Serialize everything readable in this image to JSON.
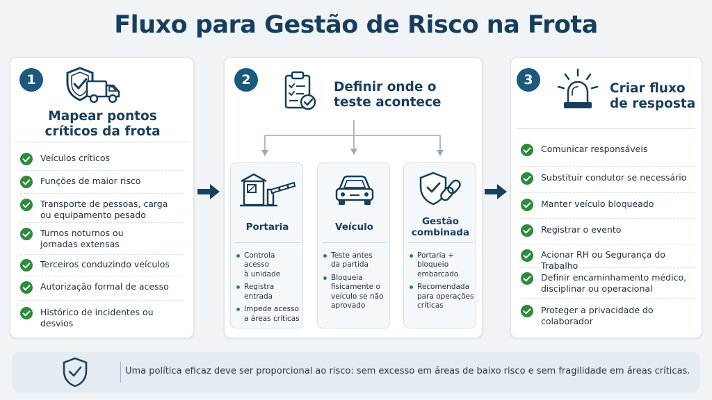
{
  "title": "Fluxo para Gestão de Risco na Frota",
  "colors": {
    "navy": "#173e5c",
    "step_badge": "#1b5a7c",
    "check": "#2e8b3d"
  },
  "step1": {
    "number": "1",
    "heading_line1": "Mapear pontos",
    "heading_line2": "críticos da frota",
    "icons": [
      "shield-check-icon",
      "truck-icon"
    ],
    "items": [
      {
        "line1": "Veículos críticos",
        "line2": ""
      },
      {
        "line1": "Funções de maior risco",
        "line2": ""
      },
      {
        "line1": "Transporte de pessoas, carga",
        "line2": "ou equipamento pesado"
      },
      {
        "line1": "Turnos noturnos ou",
        "line2": "jornadas extensas"
      },
      {
        "line1": "Terceiros conduzindo veículos",
        "line2": ""
      },
      {
        "line1": "Autorização formal de acesso",
        "line2": ""
      },
      {
        "line1": "Histórico de incidentes ou desvios",
        "line2": ""
      }
    ]
  },
  "step2": {
    "number": "2",
    "heading_line1": "Definir onde o",
    "heading_line2": "teste acontece",
    "icon": "clipboard-check-icon",
    "options": [
      {
        "icon": "gate-barrier-icon",
        "title_line1": "Portaria",
        "title_line2": "",
        "bullets": [
          {
            "line1": "Controla acesso",
            "line2": "à unidade",
            "line3": ""
          },
          {
            "line1": "Registra entrada",
            "line2": "",
            "line3": ""
          },
          {
            "line1": "Impede acesso",
            "line2": "a áreas críticas",
            "line3": ""
          }
        ]
      },
      {
        "icon": "car-icon",
        "title_line1": "Veículo",
        "title_line2": "",
        "bullets": [
          {
            "line1": "Teste antes",
            "line2": "da partida",
            "line3": ""
          },
          {
            "line1": "Bloqueia",
            "line2": "fisicamente o",
            "line3": "veículo se não",
            "line4": "aprovado"
          }
        ]
      },
      {
        "icon": "shield-link-icon",
        "title_line1": "Gestão",
        "title_line2": "combinada",
        "bullets": [
          {
            "line1": "Portaria +",
            "line2": "bloqueio",
            "line3": "embarcado"
          },
          {
            "line1": "Recomendada",
            "line2": "para operações",
            "line3": "críticas"
          }
        ]
      }
    ]
  },
  "step3": {
    "number": "3",
    "heading_line1": "Criar fluxo",
    "heading_line2": "de resposta",
    "icon": "alarm-beacon-icon",
    "items": [
      {
        "line1": "Comunicar responsáveis",
        "line2": ""
      },
      {
        "line1": "Substituir condutor se necessário",
        "line2": ""
      },
      {
        "line1": "Manter veículo bloqueado",
        "line2": ""
      },
      {
        "line1": "Registrar o evento",
        "line2": ""
      },
      {
        "line1": "Acionar RH ou Segurança do Trabalho",
        "line2": ""
      },
      {
        "line1": "Definir encaminhamento médico,",
        "line2": "disciplinar ou operacional"
      },
      {
        "line1": "Proteger a privacidade do colaborador",
        "line2": ""
      }
    ]
  },
  "footer": {
    "icon": "shield-check-icon",
    "text": "Uma política eficaz deve ser proporcional ao risco: sem excesso em áreas de baixo risco e sem fragilidade em áreas críticas."
  }
}
